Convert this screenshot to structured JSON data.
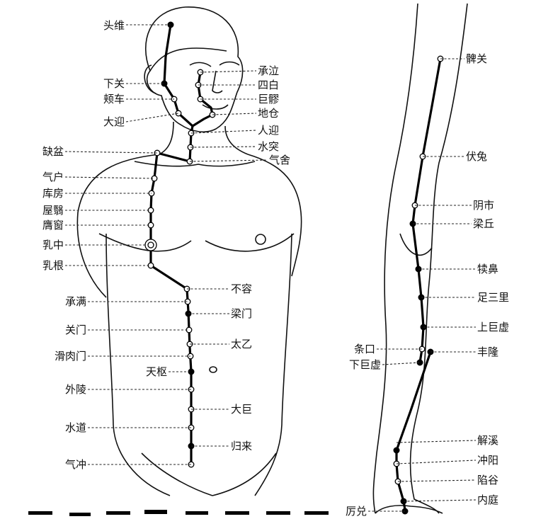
{
  "labels": {
    "touwei": "头维",
    "xiaguan": "下关",
    "jiache": "颊车",
    "daying": "大迎",
    "chengqi": "承泣",
    "sibai": "四白",
    "juliao": "巨髎",
    "dicang": "地仓",
    "renying": "人迎",
    "shuitu": "水突",
    "qishe": "气舍",
    "quepen": "缺盆",
    "qihu": "气户",
    "kufang": "库房",
    "wuyi": "屋翳",
    "yingchuang": "膺窗",
    "ruzhong": "乳中",
    "rugen": "乳根",
    "burong": "不容",
    "chengman": "承满",
    "liangmen": "梁门",
    "guanmen": "关门",
    "taiyi": "太乙",
    "huaroumen": "滑肉门",
    "tianshu": "天枢",
    "wailing": "外陵",
    "daju": "大巨",
    "shuidao": "水道",
    "guilai": "归来",
    "qichong": "气冲",
    "biguan": "髀关",
    "futu": "伏兔",
    "yinshi": "阴市",
    "liangqiu": "梁丘",
    "dubi": "犊鼻",
    "zusanli": "足三里",
    "shangjuxu": "上巨虚",
    "tiaokou": "条口",
    "xiajuxu": "下巨虚",
    "fenglong": "丰隆",
    "jiexi": "解溪",
    "chongyang": "冲阳",
    "xiangu": "陷谷",
    "neiting": "内庭",
    "lidui": "厉兑"
  },
  "colors": {
    "line": "#000000",
    "background": "#ffffff"
  }
}
